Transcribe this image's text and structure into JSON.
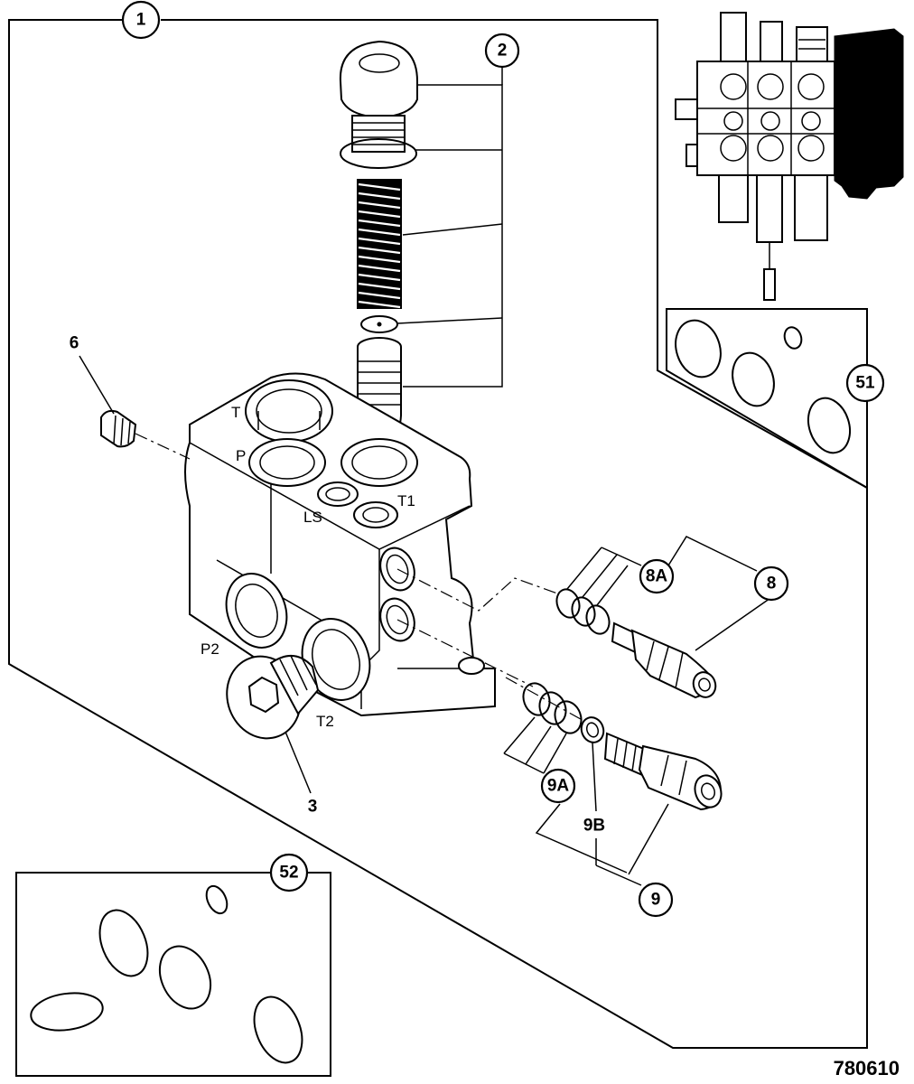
{
  "figure_number": "780610",
  "callouts": {
    "c1": "1",
    "c2": "2",
    "c3": "3",
    "c6": "6",
    "c8": "8",
    "c8a": "8A",
    "c9": "9",
    "c9a": "9A",
    "c9b": "9B",
    "c51": "51",
    "c52": "52"
  },
  "ports": {
    "t": "T",
    "p": "P",
    "ls": "LS",
    "t1": "T1",
    "p2": "P2",
    "t2": "T2"
  }
}
